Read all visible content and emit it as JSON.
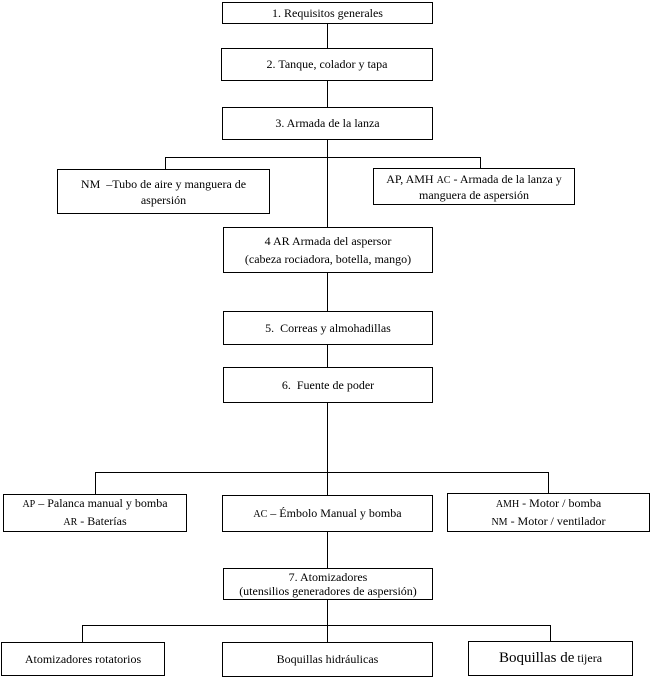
{
  "flowchart": {
    "colors": {
      "line": "#000000",
      "background": "#ffffff",
      "box_background": "#ffffff"
    },
    "nodes": {
      "requisitos": {
        "text": "1. Requisitos generales"
      },
      "tanque": {
        "text": "2. Tanque, colador y tapa"
      },
      "lanza": {
        "text": "3. Armada de la lanza"
      },
      "nm_tubo": {
        "line1": "NM  –Tubo de aire y manguera de",
        "line2": "aspersión"
      },
      "ap_amh_ac": {
        "line1_pre": "AP, AMH ",
        "line1_small": "AC",
        "line1_post": " - Armada de la lanza y",
        "line2": "manguera de aspersión"
      },
      "armada_aspersor": {
        "line1": "4 AR Armada del aspersor",
        "line2": "(cabeza rociadora, botella, mango)"
      },
      "correas": {
        "text": "5.  Correas y almohadillas"
      },
      "fuente": {
        "text": "6.  Fuente de poder"
      },
      "ap_palanca": {
        "line1_acronym": "AP",
        "line1_rest": " – Palanca manual y bomba",
        "line2_acronym": "AR",
        "line2_rest": " - Baterías"
      },
      "ac_embolo": {
        "acronym": "AC",
        "rest": " – Émbolo Manual y bomba"
      },
      "amh_motor": {
        "line1_acronym": "AMH",
        "line1_rest": " - Motor / bomba",
        "line2_acronym": "NM",
        "line2_rest": " - Motor / ventilador"
      },
      "atomizadores": {
        "line1": "7. Atomizadores",
        "line2": "(utensilios generadores de aspersión)"
      },
      "rotatorios": {
        "text": "Atomizadores rotatorios"
      },
      "hidraulicas": {
        "text": "Boquillas hidráulicas"
      },
      "tijera": {
        "part1": "Boquillas de",
        "part2": " tijera"
      }
    }
  }
}
